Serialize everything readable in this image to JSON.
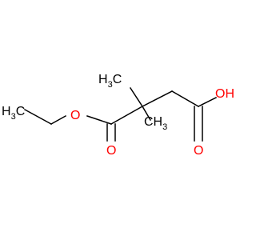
{
  "molecule": {
    "atoms": {
      "ethyl_ch3": {
        "main": "H",
        "sub": "3",
        "tail": "C"
      },
      "ester_o": {
        "text": "O"
      },
      "ester_carbonyl_o": {
        "text": "O"
      },
      "methyl_upper": {
        "main": "H",
        "sub": "3",
        "tail": "C"
      },
      "methyl_lower": {
        "main": "CH",
        "sub": "3"
      },
      "acid_oh": {
        "text": "OH"
      },
      "acid_carbonyl_o": {
        "text": "O"
      }
    },
    "colors": {
      "bond": "#000000",
      "oxygen": "#ff0000",
      "carbon": "#000000"
    }
  }
}
